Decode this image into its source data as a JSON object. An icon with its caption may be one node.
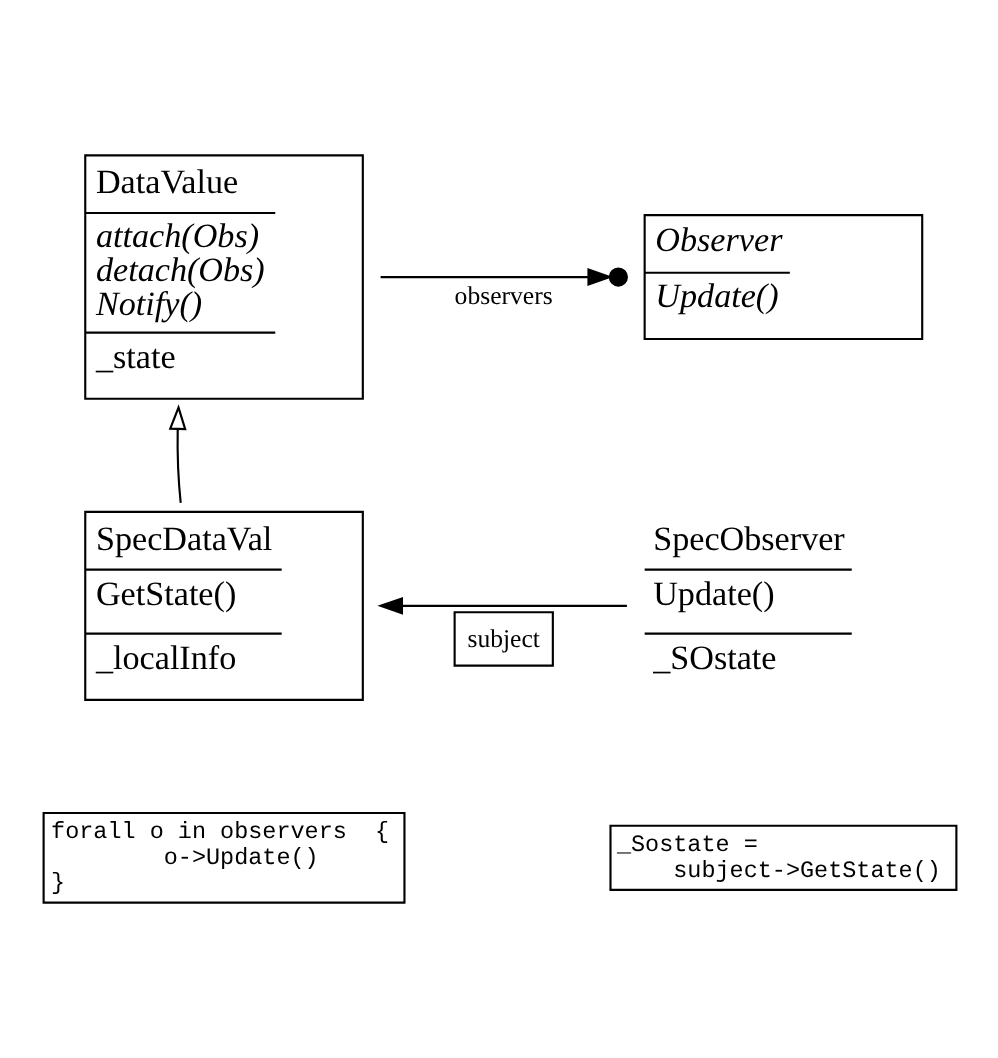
{
  "diagram": {
    "nodes": [
      {
        "text": [
          "DataValue",
          "attach(Obs) detach(Obs) Notify()",
          "_state"
        ]
      },
      {
        "text": [
          "Observer",
          "Update()"
        ]
      },
      {
        "text": [
          "SpecDataVal",
          "GetState()",
          "_localInfo"
        ]
      },
      {
        "text": [
          "SpecObserver",
          "Update()",
          "_SOstate"
        ]
      },
      {
        "text": [
          "forall o in observers  {",
          "o->Update()",
          "}"
        ]
      },
      {
        "text": [
          "_Sostate =",
          "subject->GetState()"
        ]
      }
    ],
    "edges": [
      {
        "from": 0,
        "to": 1,
        "arrow": "to",
        "label": "observers"
      },
      {
        "from": 2,
        "to": 0,
        "arrow": "to"
      },
      {
        "from": 3,
        "to": 2,
        "arrow": "to",
        "label": "subject"
      }
    ]
  }
}
